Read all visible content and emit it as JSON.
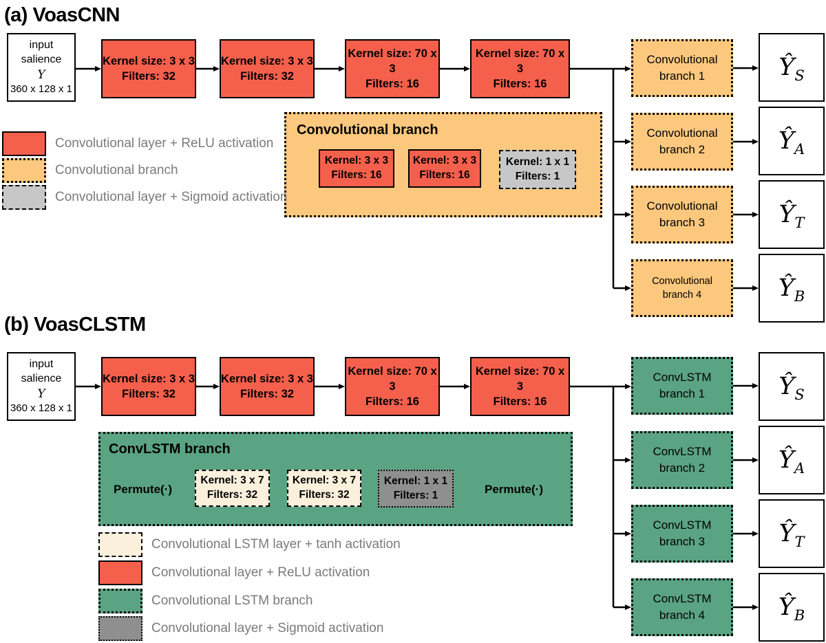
{
  "colors": {
    "relu_red": "#f5604c",
    "branch_orange": "#fbc87e",
    "sigmoid_gray_light": "#c7c7c7",
    "sigmoid_gray_dark": "#8f8f8f",
    "lstm_green": "#5aa383",
    "tanh_cream": "#faf0dc",
    "legend_text_gray": "#7a7a7a",
    "line_black": "#000000"
  },
  "section_a": {
    "title": "(a) VoasCNN",
    "input": {
      "line1": "input",
      "line2": "salience",
      "symbol": "Y",
      "dims": "360 x 128 x 1"
    },
    "conv_layers": [
      {
        "line1": "Kernel size: 3 x 3",
        "line2": "Filters: 32"
      },
      {
        "line1": "Kernel size: 3 x 3",
        "line2": "Filters: 32"
      },
      {
        "line1": "Kernel size: 70 x 3",
        "line2": "Filters: 16"
      },
      {
        "line1": "Kernel size: 70 x 3",
        "line2": "Filters: 16"
      }
    ],
    "branches": [
      {
        "line1": "Convolutional",
        "line2": "branch 1"
      },
      {
        "line1": "Convolutional",
        "line2": "branch 2"
      },
      {
        "line1": "Convolutional",
        "line2": "branch 3"
      },
      {
        "line1": "Convolutional",
        "line2": "branch 4"
      }
    ],
    "outputs": [
      {
        "hat": "Ŷ",
        "sub": "S"
      },
      {
        "hat": "Ŷ",
        "sub": "A"
      },
      {
        "hat": "Ŷ",
        "sub": "T"
      },
      {
        "hat": "Ŷ",
        "sub": "B"
      }
    ],
    "inset": {
      "title": "Convolutional branch",
      "layers": [
        {
          "line1": "Kernel: 3 x 3",
          "line2": "Filters: 16"
        },
        {
          "line1": "Kernel: 3 x 3",
          "line2": "Filters: 16"
        },
        {
          "line1": "Kernel: 1 x 1",
          "line2": "Filters: 1"
        }
      ]
    },
    "legend": [
      {
        "label": "Convolutional layer + ReLU activation"
      },
      {
        "label": "Convolutional branch"
      },
      {
        "label": "Convolutional layer + Sigmoid activation"
      }
    ]
  },
  "section_b": {
    "title": "(b) VoasCLSTM",
    "input": {
      "line1": "input",
      "line2": "salience",
      "symbol": "Y",
      "dims": "360 x 128 x 1"
    },
    "conv_layers": [
      {
        "line1": "Kernel size: 3 x 3",
        "line2": "Filters: 32"
      },
      {
        "line1": "Kernel size: 3 x 3",
        "line2": "Filters: 32"
      },
      {
        "line1": "Kernel size: 70 x 3",
        "line2": "Filters: 16"
      },
      {
        "line1": "Kernel size: 70 x 3",
        "line2": "Filters: 16"
      }
    ],
    "branches": [
      {
        "line1": "ConvLSTM",
        "line2": "branch 1"
      },
      {
        "line1": "ConvLSTM",
        "line2": "branch 2"
      },
      {
        "line1": "ConvLSTM",
        "line2": "branch 3"
      },
      {
        "line1": "ConvLSTM",
        "line2": "branch 4"
      }
    ],
    "outputs": [
      {
        "hat": "Ŷ",
        "sub": "S"
      },
      {
        "hat": "Ŷ",
        "sub": "A"
      },
      {
        "hat": "Ŷ",
        "sub": "T"
      },
      {
        "hat": "Ŷ",
        "sub": "B"
      }
    ],
    "inset": {
      "title": "ConvLSTM branch",
      "permute_in": "Permute(·)",
      "permute_out": "Permute(·)",
      "layers": [
        {
          "line1": "Kernel: 3 x 7",
          "line2": "Filters: 32"
        },
        {
          "line1": "Kernel: 3 x 7",
          "line2": "Filters: 32"
        },
        {
          "line1": "Kernel: 1 x 1",
          "line2": "Filters: 1"
        }
      ]
    },
    "legend": [
      {
        "label": "Convolutional LSTM layer + tanh activation"
      },
      {
        "label": "Convolutional layer + ReLU activation"
      },
      {
        "label": "Convolutional LSTM branch"
      },
      {
        "label": "Convolutional layer + Sigmoid activation"
      }
    ]
  }
}
